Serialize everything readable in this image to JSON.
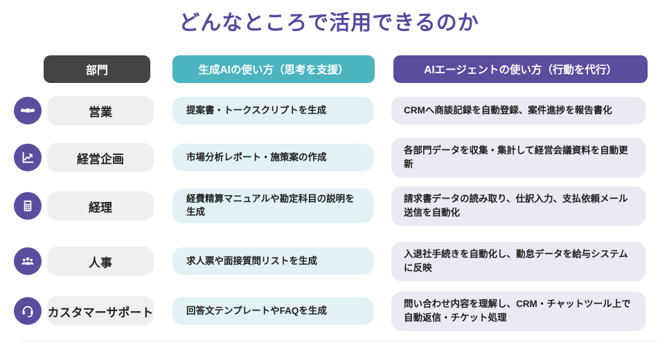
{
  "title": "どんなところで活用できるのか",
  "colors": {
    "title_purple": "#534A9E",
    "header_dept_bg": "#464343",
    "header_genai_bg": "#4CB4BF",
    "header_agent_bg": "#5B4C9E",
    "icon_circle_bg": "#5B4C9E",
    "dept_pill_bg": "#F0EFF0",
    "genai_pill_bg": "#E4F1F4",
    "agent_pill_bg": "#EBEAF2"
  },
  "headers": {
    "department": "部門",
    "genai": "生成AIの使い方（思考を支援）",
    "agent": "AIエージェントの使い方（行動を代行）"
  },
  "rows": [
    {
      "icon": "handshake-icon",
      "department": "営業",
      "genai": "提案書・トークスクリプトを生成",
      "agent": "CRMへ商談記録を自動登録、案件進捗を報告書化"
    },
    {
      "icon": "line-chart-icon",
      "department": "経営企画",
      "genai": "市場分析レポート・施策案の作成",
      "agent": "各部門データを収集・集計して経営会議資料を自動更新"
    },
    {
      "icon": "calculator-icon",
      "department": "経理",
      "genai": "経費精算マニュアルや勘定科目の説明を生成",
      "agent": "請求書データの読み取り、仕訳入力、支払依頼メール送信を自動化"
    },
    {
      "icon": "people-group-icon",
      "department": "人事",
      "genai": "求人票や面接質問リストを生成",
      "agent": "入退社手続きを自動化し、勤怠データを給与システムに反映"
    },
    {
      "icon": "headset-icon",
      "department": "カスタマーサポート",
      "genai": "回答文テンプレートやFAQを生成",
      "agent": "問い合わせ内容を理解し、CRM・チャットツール上で自動返信・チケット処理"
    }
  ]
}
